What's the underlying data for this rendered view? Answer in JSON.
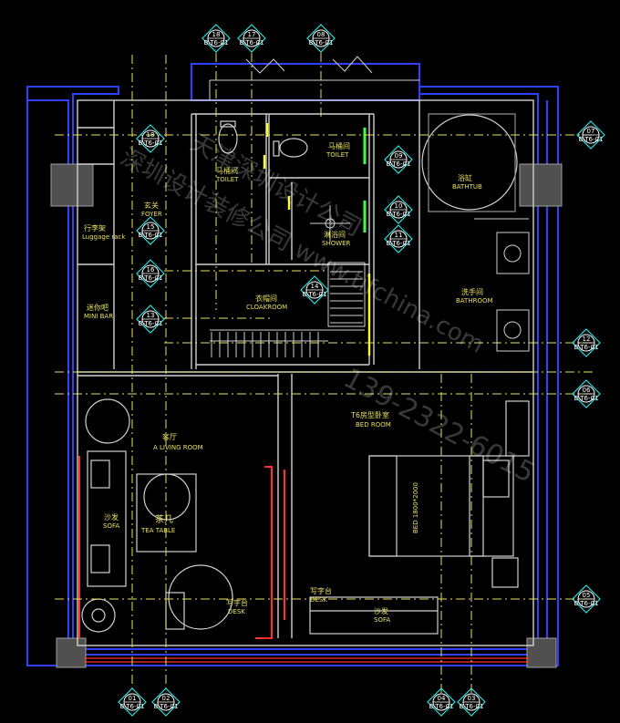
{
  "rooms": {
    "toilet1_cn": "马桶间",
    "toilet1_en": "TOILET",
    "toilet2_cn": "马桶间",
    "toilet2_en": "TOILET",
    "foyer_cn": "玄关",
    "foyer_en": "FOYER",
    "luggage_cn": "行李架",
    "luggage_en": "Luggage rack",
    "shower_cn": "淋浴间",
    "shower_en": "SHOWER",
    "bathtub_cn": "浴缸",
    "bathtub_en": "BATHTUB",
    "bathroom_cn": "洗手间",
    "bathroom_en": "BATHROOM",
    "cloakroom_cn": "衣帽间",
    "cloakroom_en": "CLOAKROOM",
    "minibar_cn": "迷你吧",
    "minibar_en": "MINI BAR",
    "living_cn": "客厅",
    "living_en": "A LIVING ROOM",
    "bedroom_cn": "T6房型卧室",
    "bedroom_en": "BED ROOM",
    "sofa1_cn": "沙发",
    "sofa1_en": "SOFA",
    "teatable_cn": "茶几",
    "teatable_en": "TEA TABLE",
    "desk1_cn": "写字台",
    "desk1_en": "DESK",
    "desk2_cn": "写字台",
    "desk2_en": "DESK",
    "sofa2_cn": "沙发",
    "sofa2_en": "SOFA",
    "bed_en": "BED 1800*2000"
  },
  "tags": {
    "t18": "18",
    "t17": "17",
    "t08": "08",
    "t07": "07",
    "t18b": "18",
    "t09": "09",
    "t10": "10",
    "t11": "11",
    "t16": "16",
    "t15": "15",
    "t14": "14",
    "t13": "13",
    "t12": "12",
    "t06": "06",
    "t05": "05",
    "b01": "01",
    "b02": "02",
    "b04": "04",
    "b03": "03",
    "sub": "B-T6-01"
  },
  "watermark": {
    "line1": "天津深圳设计公司",
    "line2": "深圳设计装修公司 www.tifchina.com",
    "phone": "139-2322-6015"
  }
}
